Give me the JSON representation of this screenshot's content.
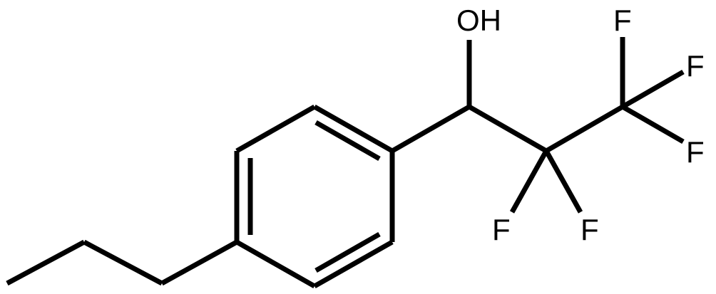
{
  "molecule": {
    "atom_labels": {
      "hydroxyl": "OH",
      "fluorine_1": "F",
      "fluorine_2": "F",
      "fluorine_3": "F",
      "fluorine_4": "F",
      "fluorine_5": "F"
    },
    "colors": {
      "bond": "#000000",
      "text": "#000000",
      "background": "#ffffff"
    }
  }
}
